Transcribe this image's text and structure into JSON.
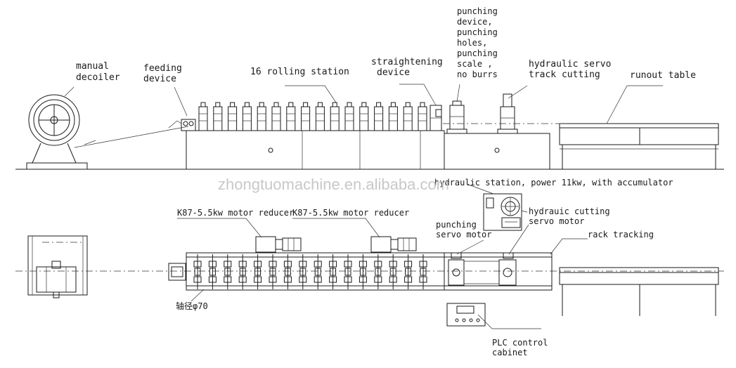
{
  "watermark": "zhongtuomachine.en.alibaba.com",
  "elevation_view": {
    "labels": {
      "manual_decoiler": [
        "manual",
        "decoiler"
      ],
      "feeding_device": [
        "feeding",
        "device"
      ],
      "rolling_station": "16 rolling station",
      "straightening_device": [
        "straightening",
        "device"
      ],
      "punching_device": [
        "punching",
        "device,",
        "punching",
        "holes,",
        "punching",
        "scale ,",
        "no burrs"
      ],
      "hydraulic_servo": [
        "hydraulic servo",
        "track cutting"
      ],
      "runout_table": "runout table"
    },
    "roller_station_count": 16
  },
  "plan_view": {
    "labels": {
      "hydraulic_station": "hydraulic station, power 11kw, with accumulator",
      "motor_reducer_1": "K87-5.5kw motor reducer",
      "motor_reducer_2": "K87-5.5kw motor reducer",
      "punching_servo": [
        "punching",
        "servo motor"
      ],
      "hydraulic_cutting_servo": [
        "hydrauic cutting",
        "servo motor"
      ],
      "rack_tracking": "rack tracking",
      "shaft_diameter": "轴径φ70",
      "plc_cabinet": [
        "PLC control",
        "cabinet"
      ]
    },
    "roller_station_count": 16
  }
}
